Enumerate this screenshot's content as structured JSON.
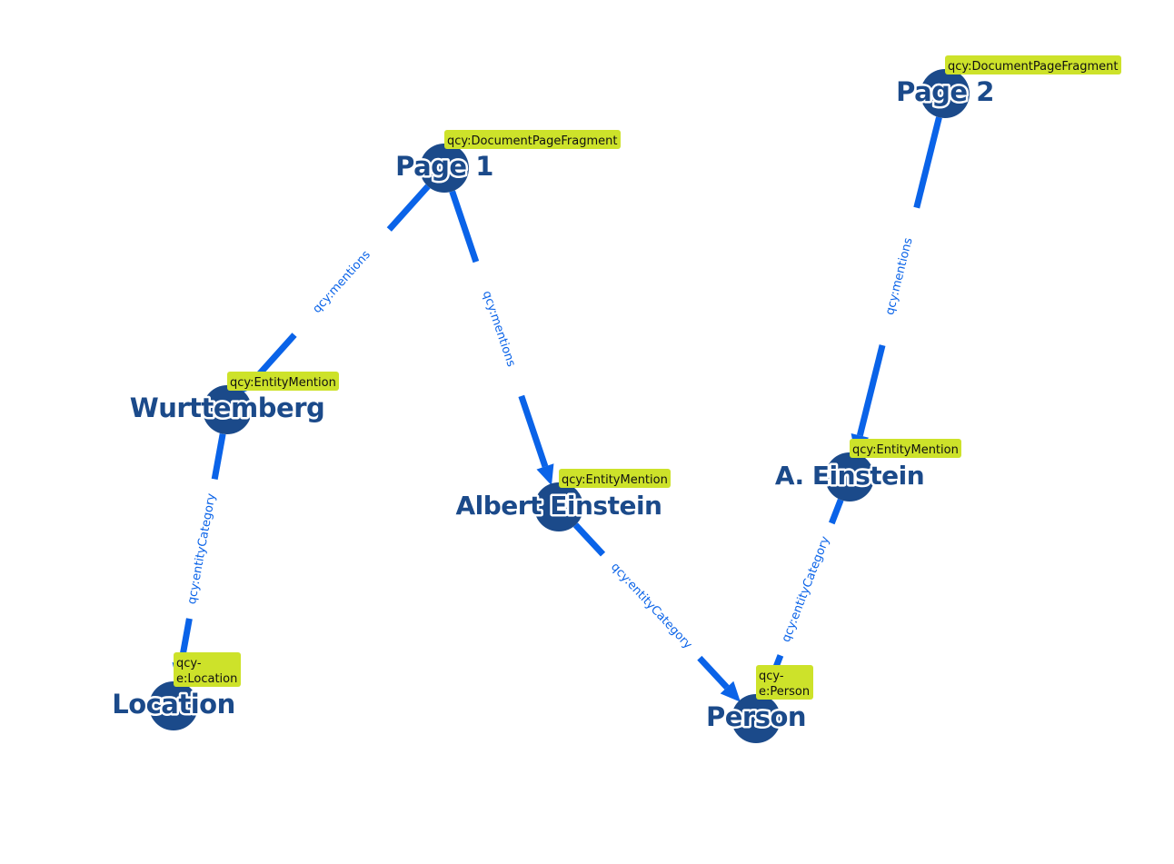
{
  "nodes": [
    {
      "id": "page1",
      "label": "Page 1",
      "type_lines": [
        "qcy:DocumentPageFragment"
      ]
    },
    {
      "id": "page2",
      "label": "Page 2",
      "type_lines": [
        "qcy:DocumentPageFragment"
      ]
    },
    {
      "id": "wurt",
      "label": "Wurttemberg",
      "type_lines": [
        "qcy:EntityMention"
      ]
    },
    {
      "id": "albert",
      "label": "Albert Einstein",
      "type_lines": [
        "qcy:EntityMention"
      ]
    },
    {
      "id": "aeinst",
      "label": "A. Einstein",
      "type_lines": [
        "qcy:EntityMention"
      ]
    },
    {
      "id": "location",
      "label": "Location",
      "type_lines": [
        "qcy-",
        "e:Location"
      ]
    },
    {
      "id": "person",
      "label": "Person",
      "type_lines": [
        "qcy-",
        "e:Person"
      ]
    }
  ],
  "edges": [
    {
      "from": "page1",
      "to": "wurt",
      "label": "qcy:mentions"
    },
    {
      "from": "page1",
      "to": "albert",
      "label": "qcy:mentions"
    },
    {
      "from": "page2",
      "to": "aeinst",
      "label": "qcy:mentions"
    },
    {
      "from": "wurt",
      "to": "location",
      "label": "qcy:entityCategory"
    },
    {
      "from": "albert",
      "to": "person",
      "label": "qcy:entityCategory"
    },
    {
      "from": "aeinst",
      "to": "person",
      "label": "qcy:entityCategory"
    }
  ],
  "colors": {
    "edge": "#0a63e8",
    "node": "#1b4a8a",
    "type_badge": "#cde22a"
  }
}
